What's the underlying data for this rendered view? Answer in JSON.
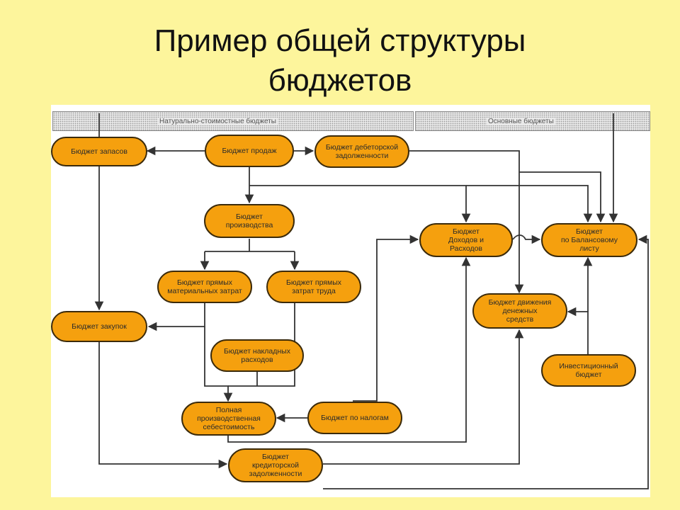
{
  "title": {
    "line1": "Пример общей структуры",
    "line2": "бюджетов"
  },
  "bands": {
    "left": "Натурально-стоимостные бюджеты",
    "right": "Основные бюджеты"
  },
  "colors": {
    "background": "#fdf59c",
    "node_fill": "#f5a00e",
    "node_border": "#3b2a0a",
    "arrow": "#333333"
  },
  "nodes": {
    "inventory": "Бюджет запасов",
    "sales": "Бюджет продаж",
    "receivables": "Бюджет дебеторской\nзадолженности",
    "production": "Бюджет\nпроизводства",
    "income_expense": "Бюджет\nДоходов и\nРасходов",
    "balance": "Бюджет\nпо Балансовому\nлисту",
    "direct_materials": "Бюджет прямых\nматериальных затрат",
    "direct_labor": "Бюджет прямых\nзатрат труда",
    "cash_flow": "Бюджет движения\nденежных\nсредств",
    "purchases": "Бюджет закупок",
    "overhead": "Бюджет накладных\nрасходов",
    "investment": "Инвестиционный\nбюджет",
    "full_cost": "Полная\nпроизводственная\nсебестоимость",
    "taxes": "Бюджет по налогам",
    "payables": "Бюджет\nкредиторской\nзадолженности"
  }
}
